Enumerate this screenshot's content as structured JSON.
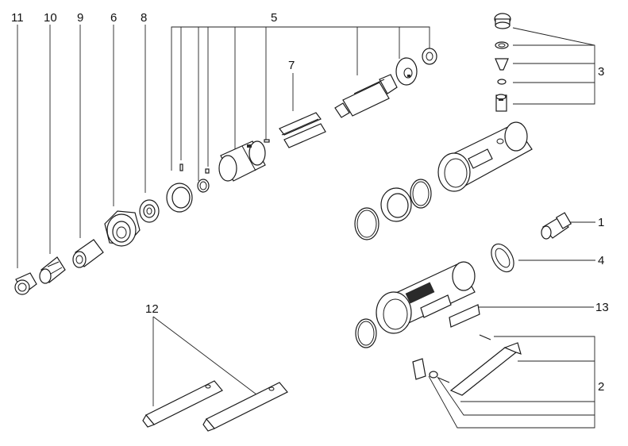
{
  "callouts": [
    "1",
    "2",
    "3",
    "4",
    "5",
    "6",
    "7",
    "8",
    "9",
    "10",
    "11",
    "12",
    "13"
  ],
  "colors": {
    "line": "#1a1a1a",
    "background": "#ffffff"
  }
}
